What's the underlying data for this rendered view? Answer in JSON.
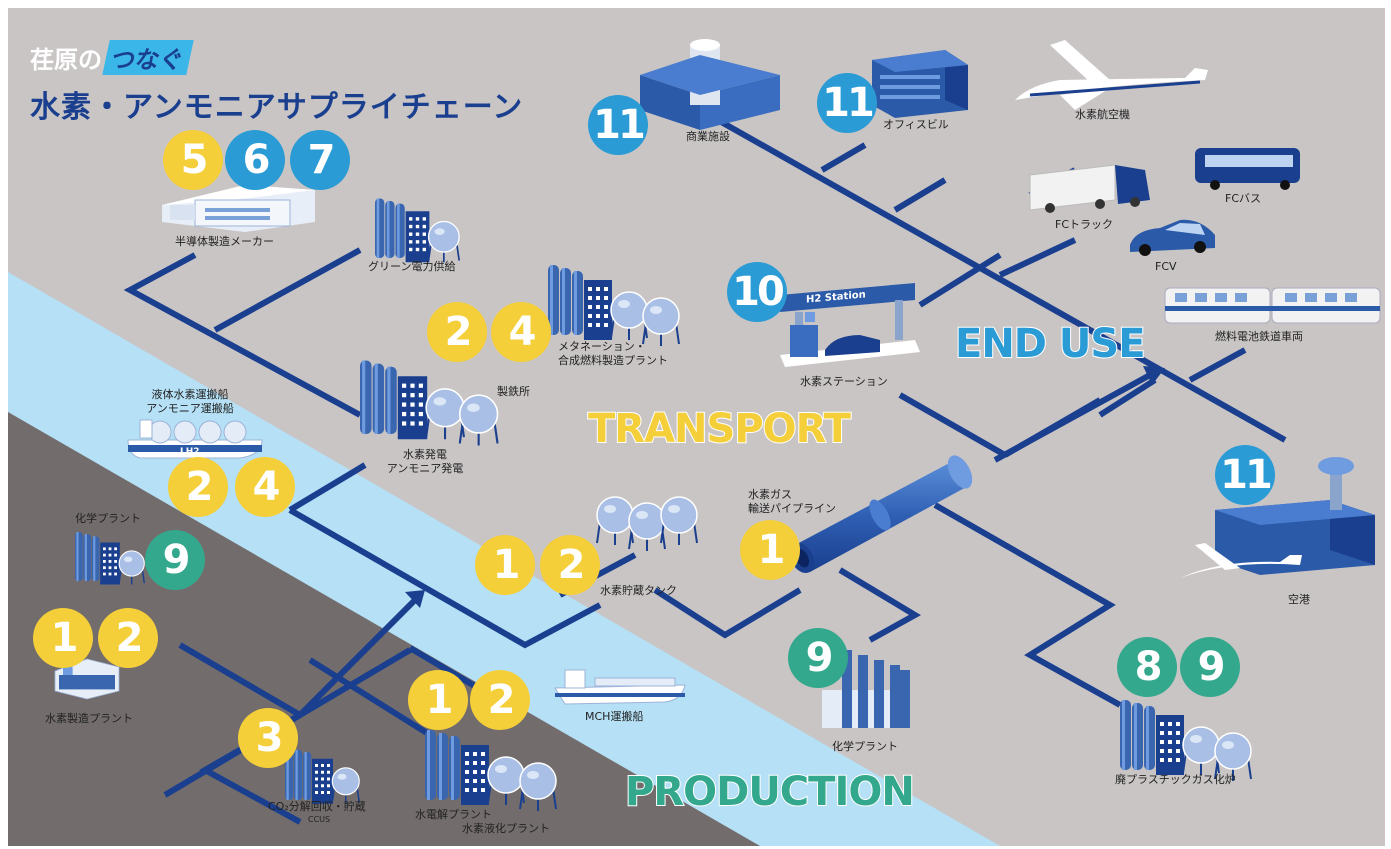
{
  "title": {
    "prefix": "荏原",
    "particle": "の",
    "highlight": "つなぐ",
    "main": "水素・アンモニアサプライチェーン"
  },
  "colors": {
    "background": "#c9c5c5",
    "river": "#b5e0f5",
    "ground": "#726c6c",
    "line": "#1a3f8f",
    "yellow": "#f5cf3a",
    "blue": "#2a9bd5",
    "green": "#34a88d",
    "building": "#3a66b0"
  },
  "sections": {
    "end_use": "END USE",
    "transport": "TRANSPORT",
    "production": "PRODUCTION"
  },
  "facilities": {
    "commercial": {
      "label": "商業施設",
      "badges": [
        "11"
      ]
    },
    "office": {
      "label": "オフィスビル",
      "badges": [
        "11"
      ]
    },
    "plane": {
      "label": "水素航空機"
    },
    "truck": {
      "label": "FCトラック"
    },
    "bus": {
      "label": "FCバス"
    },
    "fcv": {
      "label": "FCV"
    },
    "train": {
      "label": "燃料電池鉄道車両"
    },
    "semiconductor": {
      "label": "半導体製造メーカー",
      "badges": [
        "5",
        "6",
        "7"
      ]
    },
    "green_power": {
      "label": "グリーン電力供給"
    },
    "methanation": {
      "label1": "メタネーション・",
      "label2": "合成燃料製造プラント",
      "badges": [
        "2",
        "4"
      ]
    },
    "steel": {
      "label": "製鉄所"
    },
    "h2_station": {
      "label": "水素ステーション",
      "sign": "H2 Station",
      "badges": [
        "10"
      ]
    },
    "power_plant": {
      "label1": "水素発電",
      "label2": "アンモニア発電"
    },
    "ship": {
      "label1": "液体水素運搬船",
      "label2": "アンモニア運搬船",
      "hull": "LH2",
      "badges": [
        "2",
        "4"
      ]
    },
    "pipeline": {
      "label1": "水素ガス",
      "label2": "輸送パイプライン",
      "badges": [
        "1"
      ]
    },
    "airport": {
      "label": "空港",
      "badges": [
        "11"
      ]
    },
    "chem_plant_left": {
      "label": "化学プラント",
      "badges": [
        "9"
      ]
    },
    "storage_tank": {
      "label": "水素貯蔵タンク",
      "badges": [
        "1",
        "2"
      ]
    },
    "h2_production": {
      "label": "水素製造プラント",
      "badges": [
        "1",
        "2"
      ]
    },
    "mch_ship": {
      "label": "MCH運搬船"
    },
    "chem_plant_right": {
      "label": "化学プラント",
      "badges": [
        "9"
      ]
    },
    "plastic_gasifier": {
      "label": "廃プラスチックガス化炉",
      "badges": [
        "8",
        "9"
      ]
    },
    "co2": {
      "label": "CO₂分解回収・貯蔵",
      "sub": "CCUS",
      "badges": [
        "3"
      ]
    },
    "electrolysis": {
      "label1": "水電解プラント",
      "label2": "水素液化プラント",
      "badges": [
        "1",
        "2"
      ]
    }
  }
}
